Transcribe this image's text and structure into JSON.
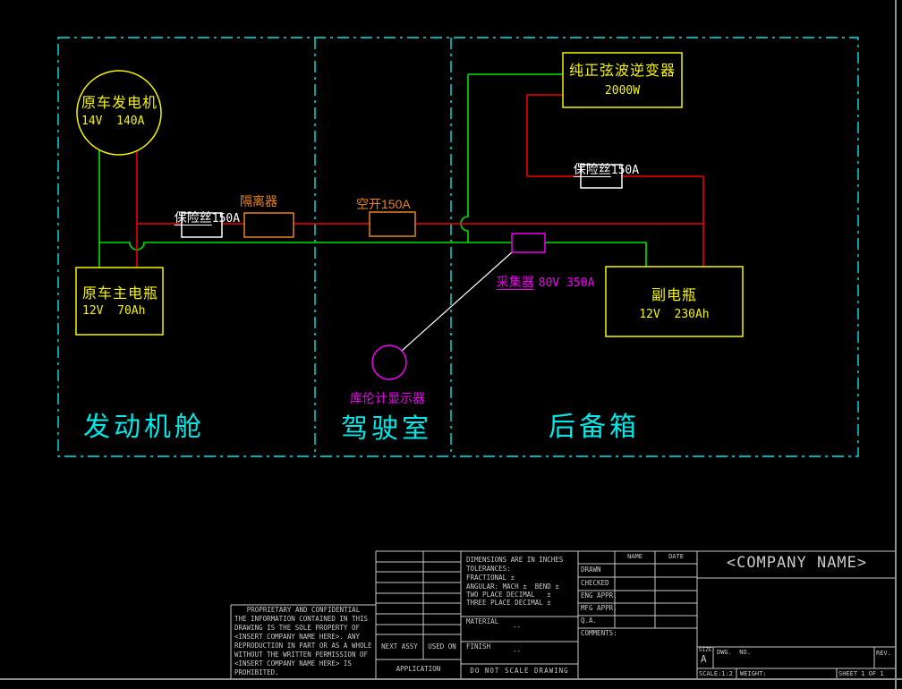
{
  "colors": {
    "background": "#000000",
    "wire_red": "#f00000",
    "wire_green": "#00e100",
    "component_yellow": "#f5f500",
    "component_white": "#ffffff",
    "component_orange": "#e8821e",
    "component_magenta": "#f000f0",
    "zone_cyan": "#00e8e8",
    "titleblock_gray": "#c9c9c9",
    "sheet_border_gray": "#8f8f8f",
    "measure_white": "#ffffff"
  },
  "diagram": {
    "generator": {
      "name": "原车发电机",
      "spec": "14V  140A"
    },
    "main_battery": {
      "name": "原车主电瓶",
      "spec": "12V  70Ah"
    },
    "aux_battery": {
      "name": "副电瓶",
      "spec": "12V  230Ah"
    },
    "inverter": {
      "name": "纯正弦波逆变器",
      "spec": "2000W"
    },
    "fuse_left": {
      "name": "保险丝",
      "rating": "150A"
    },
    "fuse_right": {
      "name": "保险丝",
      "rating": "150A"
    },
    "isolator": {
      "name": "隔离器"
    },
    "breaker": {
      "name": "空开150A"
    },
    "collector": {
      "name": "采集器",
      "rating": "80V 350A"
    },
    "coulomb_display": {
      "name": "库伦计显示器"
    },
    "zones": [
      {
        "label": "发动机舱"
      },
      {
        "label": "驾驶室"
      },
      {
        "label": "后备箱"
      }
    ]
  },
  "title_block": {
    "company": "<COMPANY NAME>",
    "tolerances": [
      "DIMENSIONS ARE IN INCHES",
      "TOLERANCES:",
      "FRACTIONAL ±",
      "ANGULAR: MACH ±  BEND ±",
      "TWO PLACE DECIMAL   ±",
      "THREE PLACE DECIMAL ±"
    ],
    "material_label": "MATERIAL",
    "material_value": "--",
    "finish_label": "FINISH",
    "finish_value": "--",
    "do_not_scale": "DO NOT SCALE DRAWING",
    "next_assy": "NEXT ASSY",
    "used_on": "USED ON",
    "application": "APPLICATION",
    "name_header": "NAME",
    "date_header": "DATE",
    "rows": {
      "drawn": "DRAWN",
      "checked": "CHECKED",
      "eng_appr": "ENG APPR.",
      "mfg_appr": "MFG APPR.",
      "qa": "Q.A.",
      "comments": "COMMENTS:"
    },
    "size_label": "SIZE",
    "size_value": "A",
    "dwg_no_label": "DWG.  NO.",
    "rev_label": "REV.",
    "scale": "SCALE:1:2",
    "weight": "WEIGHT:",
    "sheet": "SHEET 1 OF 1",
    "proprietary": [
      "PROPRIETARY AND CONFIDENTIAL",
      "THE INFORMATION CONTAINED IN THIS",
      "DRAWING IS THE SOLE PROPERTY OF",
      "<INSERT COMPANY NAME HERE>. ANY",
      "REPRODUCTION IN PART OR AS A WHOLE",
      "WITHOUT THE WRITTEN PERMISSION OF",
      "<INSERT COMPANY NAME HERE> IS",
      "PROHIBITED."
    ]
  }
}
